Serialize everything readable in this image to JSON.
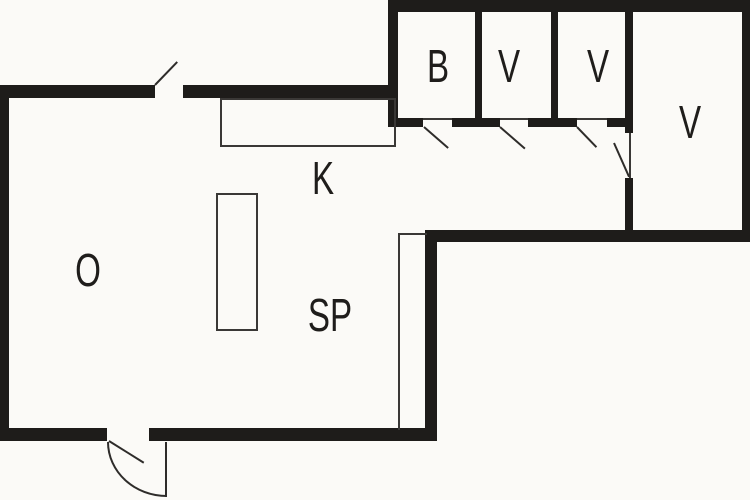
{
  "drawing": {
    "type": "architectural-floor-plan",
    "colors": {
      "wall": "#1e1c1a",
      "thin_line": "#3a3836",
      "background": "#fbfaf7",
      "label_text": "#1f1d1b"
    },
    "rooms": [
      {
        "id": "o",
        "label": "O"
      },
      {
        "id": "k",
        "label": "K"
      },
      {
        "id": "sp",
        "label": "SP"
      },
      {
        "id": "b",
        "label": "B"
      },
      {
        "id": "v-small-1",
        "label": "V"
      },
      {
        "id": "v-small-2",
        "label": "V"
      },
      {
        "id": "v-large",
        "label": "V"
      }
    ]
  }
}
